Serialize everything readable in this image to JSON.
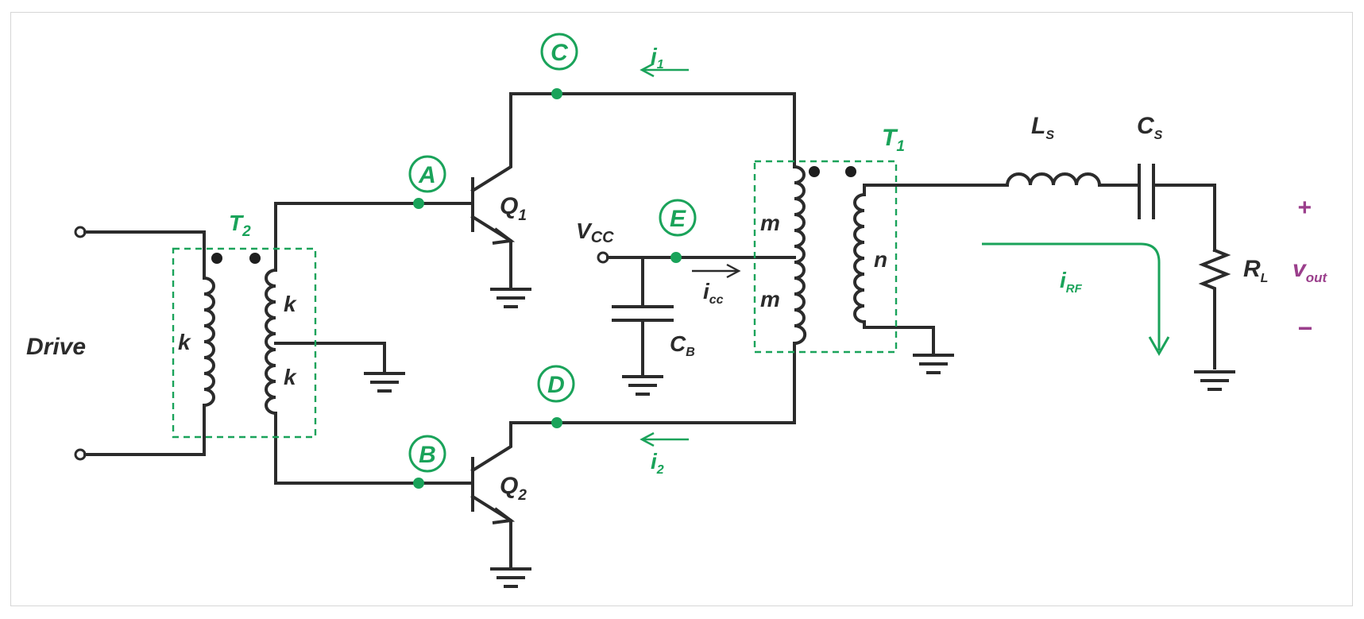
{
  "labels": {
    "drive": "Drive",
    "t1": "T",
    "t1_sub": "1",
    "t2": "T",
    "t2_sub": "2",
    "q1": "Q",
    "q1_sub": "1",
    "q2": "Q",
    "q2_sub": "2",
    "vcc": "V",
    "vcc_sub": "CC",
    "cb": "C",
    "cb_sub": "B",
    "ls": "L",
    "ls_sub": "S",
    "cs": "C",
    "cs_sub": "S",
    "rl": "R",
    "rl_sub": "L",
    "vout": "v",
    "vout_sub": "out",
    "plus": "+",
    "minus": "−",
    "k_primary": "k",
    "k_secondary_top": "k",
    "k_secondary_bottom": "k",
    "m_top": "m",
    "m_bottom": "m",
    "n": "n"
  },
  "nodes": {
    "a": "A",
    "b": "B",
    "c": "C",
    "d": "D",
    "e": "E"
  },
  "currents": {
    "i1": "i",
    "i1_sub": "1",
    "i2": "i",
    "i2_sub": "2",
    "icc": "i",
    "icc_sub": "cc",
    "irf": "i",
    "irf_sub": "RF"
  },
  "colors": {
    "wire": "#2b2b2b",
    "accent_green": "#1aa35a",
    "output_purple": "#9b3f8c"
  }
}
